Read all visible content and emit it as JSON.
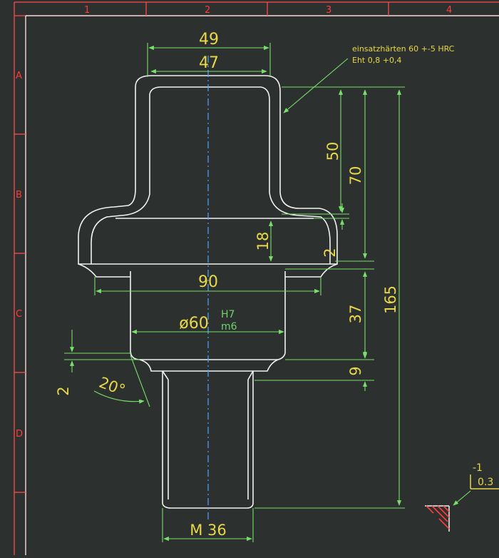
{
  "frame": {
    "columns": [
      "1",
      "2",
      "3",
      "4"
    ],
    "rows": [
      "A",
      "B",
      "C",
      "D"
    ]
  },
  "note": {
    "line1": "einsatzhärten 60 +-5 HRC",
    "line2": "Eht 0,8 +0,4"
  },
  "dimensions": {
    "d49": "49",
    "d47": "47",
    "d90": "90",
    "d60": "ø60",
    "fit_hole": "H7",
    "fit_shaft": "m6",
    "thread": "M 36",
    "v50": "50",
    "v70": "70",
    "v18": "18",
    "v2_right": "2",
    "v37": "37",
    "v165": "165",
    "v9": "9",
    "v2_left": "2",
    "angle": "20°"
  },
  "tolerance": {
    "upper": "-1",
    "lower": "0.3"
  },
  "colors": {
    "background": "#2c302e",
    "outline": "#f2f2f2",
    "dimension_line": "#78e06a",
    "dimension_text": "#e8d84a",
    "center_line": "#4aa6ff",
    "frame": "#ff4a4a"
  }
}
